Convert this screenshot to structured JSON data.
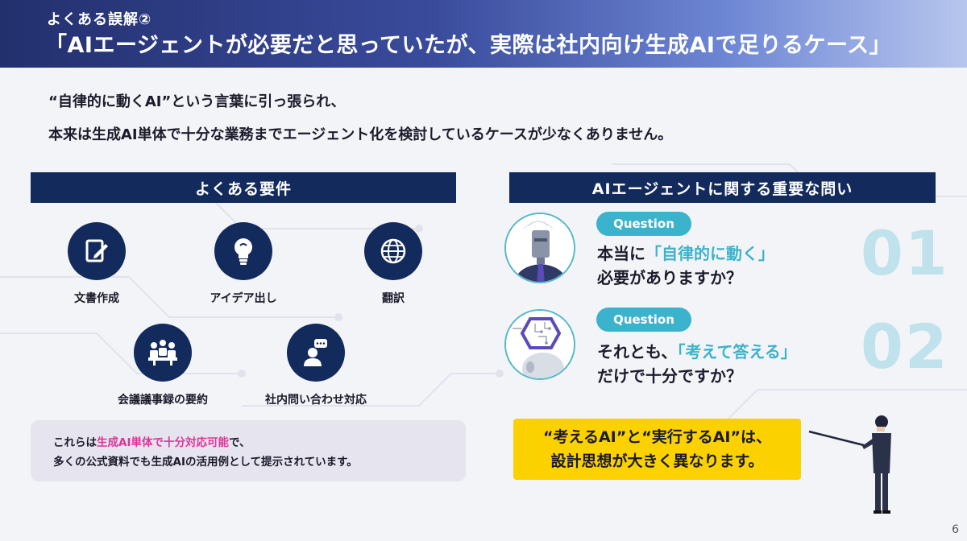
{
  "header": {
    "subtitle": "よくある誤解②",
    "title": "「AIエージェントが必要だと思っていたが、実際は社内向け生成AIで足りるケース」"
  },
  "intro": {
    "line1": "“自律的に動くAI”という言葉に引っ張られ、",
    "line2": "本来は生成AI単体で十分な業務までエージェント化を検討しているケースが少なくありません。"
  },
  "left_section": {
    "title": "よくある要件",
    "items": [
      {
        "label": "文書作成",
        "icon": "document-edit-icon"
      },
      {
        "label": "アイデア出し",
        "icon": "lightbulb-icon"
      },
      {
        "label": "翻訳",
        "icon": "globe-icon"
      },
      {
        "label": "会議議事録の要約",
        "icon": "meeting-icon"
      },
      {
        "label": "社内問い合わせ対応",
        "icon": "support-chat-icon"
      }
    ],
    "note": {
      "pre": "これらは",
      "highlight": "生成AI単体で十分対応可能",
      "post": "で、",
      "line2": "多くの公式資料でも生成AIの活用例として提示されています。"
    },
    "highlight_color": "#e0339b"
  },
  "right_section": {
    "title": "AIエージェントに関する重要な問い",
    "questions": [
      {
        "pill": "Question",
        "pre": "本当に",
        "highlight": "「自律的に動く」",
        "line2": "必要がありますか？",
        "number": "01"
      },
      {
        "pill": "Question",
        "pre": "それとも、",
        "highlight": "「考えて答える」",
        "line2": "だけで十分ですか？",
        "number": "02"
      }
    ],
    "accent_color": "#3bb3cc"
  },
  "conclusion": {
    "line1": "“考えるAI”と“実行するAI”は、",
    "line2": "設計思想が大きく異なります。",
    "color": "#fbd100"
  },
  "page_number": "6",
  "colors": {
    "navy": "#132a5c",
    "header_gradient_start": "#23306e",
    "header_gradient_end": "#b7c6ee"
  }
}
